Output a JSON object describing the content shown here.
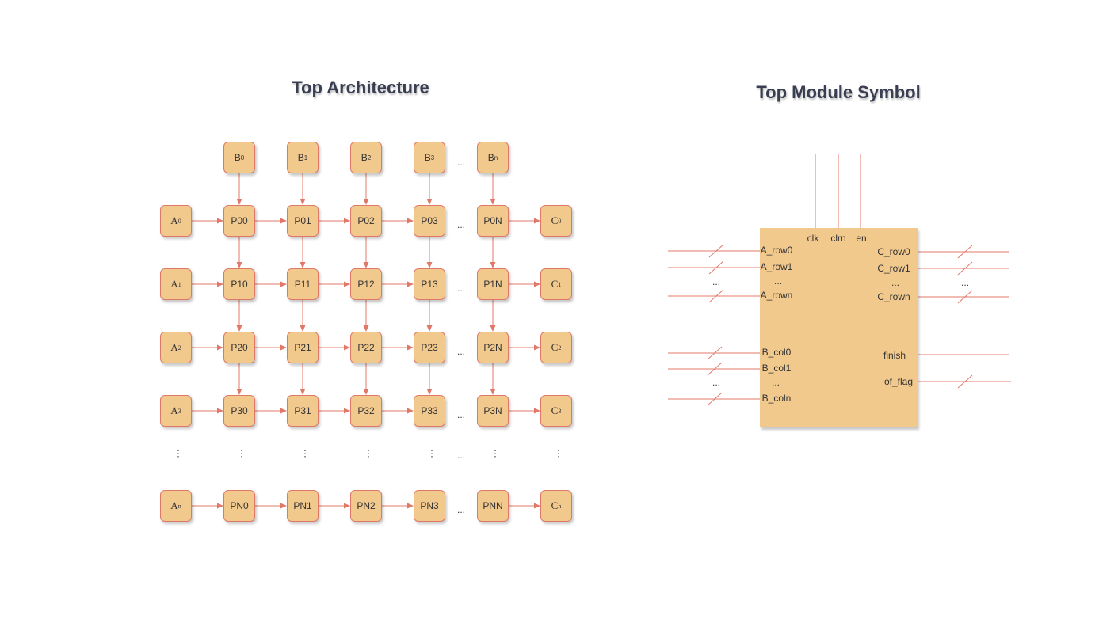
{
  "titles": {
    "architecture": "Top Architecture",
    "module": "Top Module Symbol"
  },
  "b_inputs": [
    {
      "base": "B",
      "sub": "0"
    },
    {
      "base": "B",
      "sub": "1"
    },
    {
      "base": "B",
      "sub": "2"
    },
    {
      "base": "B",
      "sub": "3"
    },
    {
      "base": "B",
      "sub": "n"
    }
  ],
  "rows": [
    {
      "a_base": "A",
      "a_sup": "0",
      "cells": [
        "P00",
        "P01",
        "P02",
        "P03",
        "P0N"
      ],
      "c_base": "C",
      "c_sup": "0"
    },
    {
      "a_base": "A",
      "a_sup": "1",
      "cells": [
        "P10",
        "P11",
        "P12",
        "P13",
        "P1N"
      ],
      "c_base": "C",
      "c_sup": "1"
    },
    {
      "a_base": "A",
      "a_sup": "2",
      "cells": [
        "P20",
        "P21",
        "P22",
        "P23",
        "P2N"
      ],
      "c_base": "C",
      "c_sup": "2"
    },
    {
      "a_base": "A",
      "a_sup": "3",
      "cells": [
        "P30",
        "P31",
        "P32",
        "P33",
        "P3N"
      ],
      "c_base": "C",
      "c_sup": "3"
    },
    {
      "a_base": "A",
      "a_sup": "n",
      "cells": [
        "PN0",
        "PN1",
        "PN2",
        "PN3",
        "PNN"
      ],
      "c_base": "C",
      "c_sup": "n"
    }
  ],
  "ellipsis": "...",
  "vertical_ellipsis": "⋮",
  "module_ports": {
    "top": [
      "clk",
      "clrn",
      "en"
    ],
    "left_rows": [
      "A_row0",
      "A_row1",
      "...",
      "A_rown"
    ],
    "left_cols": [
      "B_col0",
      "B_col1",
      "...",
      "B_coln"
    ],
    "right_rows": [
      "C_row0",
      "C_row1",
      "...",
      "C_rown"
    ],
    "right_status": [
      "finish",
      "of_flag"
    ],
    "outside_ellipsis": "..."
  },
  "colors": {
    "box_fill": "#f2c98d",
    "box_border": "#e07868",
    "arrow": "#e07868",
    "title": "#3a3e52"
  }
}
